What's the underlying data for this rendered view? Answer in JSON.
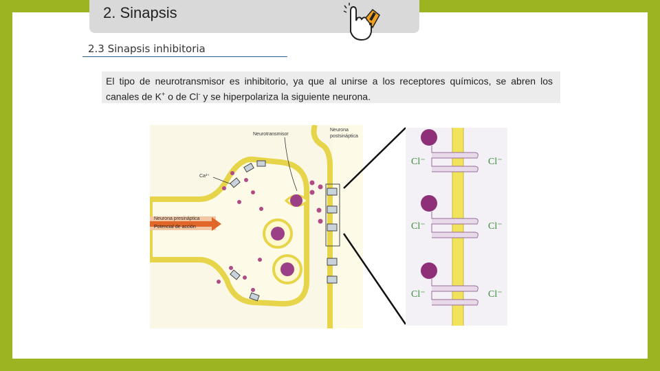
{
  "slide": {
    "title": "2. Sinapsis",
    "subtitle": "2.3  Sinapsis inhibitoria",
    "text": {
      "part1": "El tipo de neurotransmisor es inhibitorio, ya que al unirse a los receptores químicos, se abren los canales de K",
      "k_sup": "+",
      "part2": "  o de Cl",
      "cl_sup": "-",
      "part3": " y se hiperpolariza la siguiente neurona."
    }
  },
  "figure": {
    "label_neurotransmitter": "Neurotransmisor",
    "label_postsynaptic_1": "Neurona",
    "label_postsynaptic_2": "postsináptica",
    "label_ca": "Ca²⁺",
    "label_presynaptic": "Neurona presináptica",
    "label_action_potential": "Potencial de acción",
    "ion_label": "Cl⁻"
  },
  "colors": {
    "frame": "#9cb322",
    "title_box": "#d9d9d9",
    "membrane_yellow": "#f2e35c",
    "vesicle_purple": "#8e3a7a",
    "arrow_orange": "#e0662a"
  },
  "icons": [
    "hand-pointer-icon",
    "exclamation-icon"
  ]
}
